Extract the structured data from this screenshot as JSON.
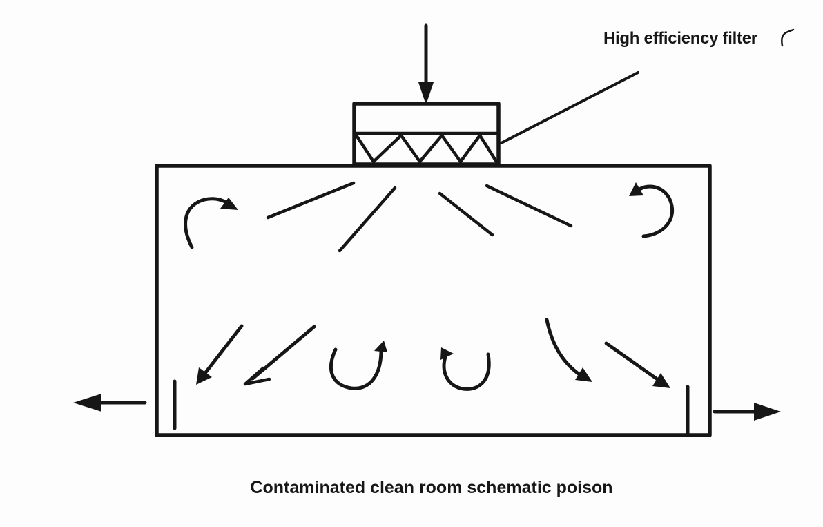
{
  "colors": {
    "ink": "#161616",
    "background": "#fdfdfd",
    "text": "#161616"
  },
  "labels": {
    "filter": "High efficiency filter",
    "caption": "Contaminated clean room schematic poison"
  },
  "diagram": {
    "type": "clean-room-airflow-schematic",
    "elements": [
      "supply-air-arrow",
      "hepa-filter",
      "filter-leader-line",
      "room-outline",
      "supply-airflow-lines",
      "eddy-arrow-top-left",
      "eddy-arrow-top-right",
      "flow-arrow-bottom-left-1",
      "flow-arrow-bottom-left-2",
      "eddy-arrow-bottom-middle-left",
      "eddy-arrow-bottom-middle-right",
      "flow-arrow-curved-right",
      "flow-arrow-bottom-right",
      "exhaust-slot-left",
      "exhaust-slot-right",
      "exhaust-arrow-left",
      "exhaust-arrow-right",
      "stray-mark"
    ]
  }
}
